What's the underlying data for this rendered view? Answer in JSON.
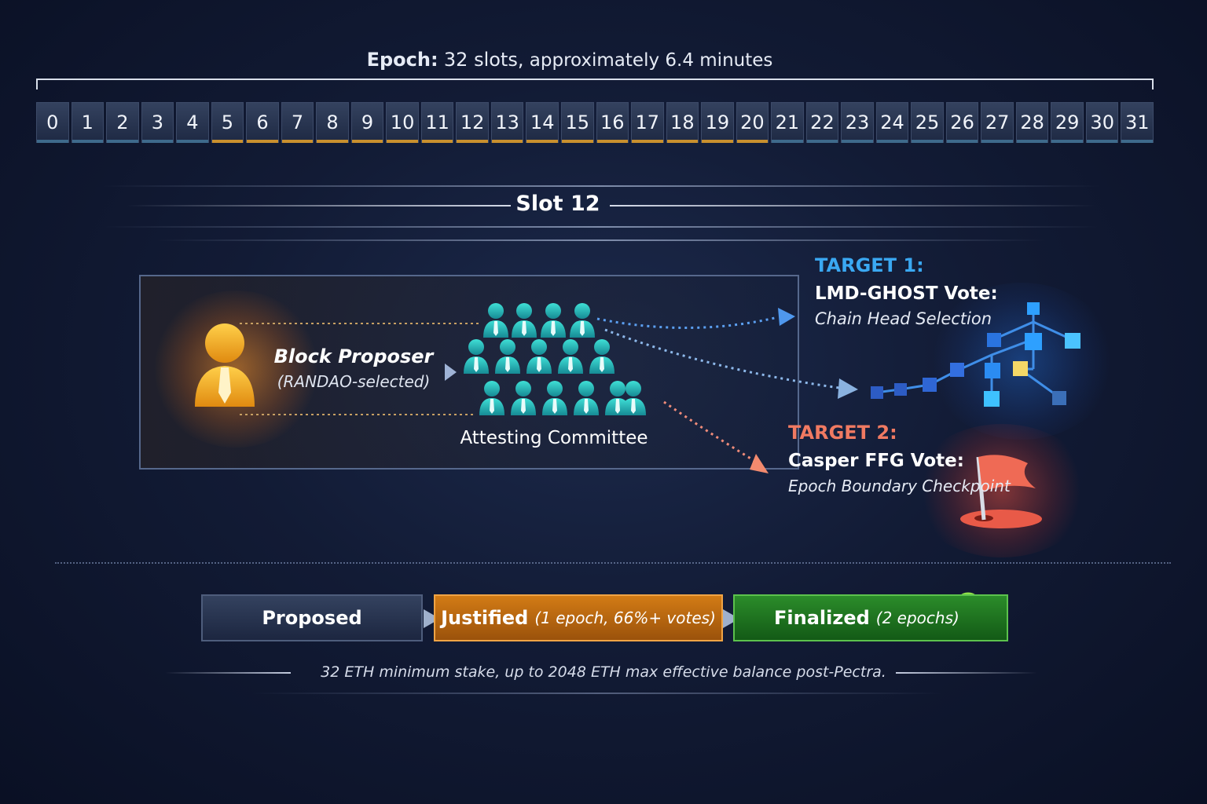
{
  "epoch": {
    "label": "Epoch:",
    "slots_text": "32 slots,",
    "duration_text": "approximately 6.4 minutes"
  },
  "slots": [
    "0",
    "1",
    "2",
    "3",
    "4",
    "5",
    "6",
    "7",
    "8",
    "9",
    "10",
    "11",
    "12",
    "13",
    "14",
    "15",
    "16",
    "17",
    "18",
    "19",
    "20",
    "21",
    "22",
    "23",
    "24",
    "25",
    "26",
    "27",
    "28",
    "29",
    "30",
    "31"
  ],
  "current_slot": {
    "label": "Slot 12"
  },
  "proposer": {
    "title": "Block Proposer",
    "subtitle": "(RANDAO-selected)"
  },
  "committee": {
    "label": "Attesting Committee"
  },
  "target1": {
    "label": "TARGET 1:",
    "title": "LMD-GHOST Vote:",
    "subtitle": "Chain Head Selection"
  },
  "target2": {
    "label": "TARGET 2:",
    "title": "Casper FFG Vote:",
    "subtitle": "Epoch Boundary Checkpoint"
  },
  "stages": {
    "proposed": {
      "label": "Proposed"
    },
    "justified": {
      "label": "Justified",
      "note": "(1 epoch, 66%+ votes)"
    },
    "finalized": {
      "label": "Finalized",
      "note": "(2 epochs)"
    }
  },
  "footer": {
    "note": "32 ETH minimum stake, up to 2048 ETH max effective balance post-Pectra."
  },
  "colors": {
    "target1": "#3aa8f2",
    "target2": "#f07a62",
    "justified": "#d27b15",
    "finalized": "#2b8c2a",
    "committee": "#25b8b4",
    "proposer": "#f3a51c"
  }
}
